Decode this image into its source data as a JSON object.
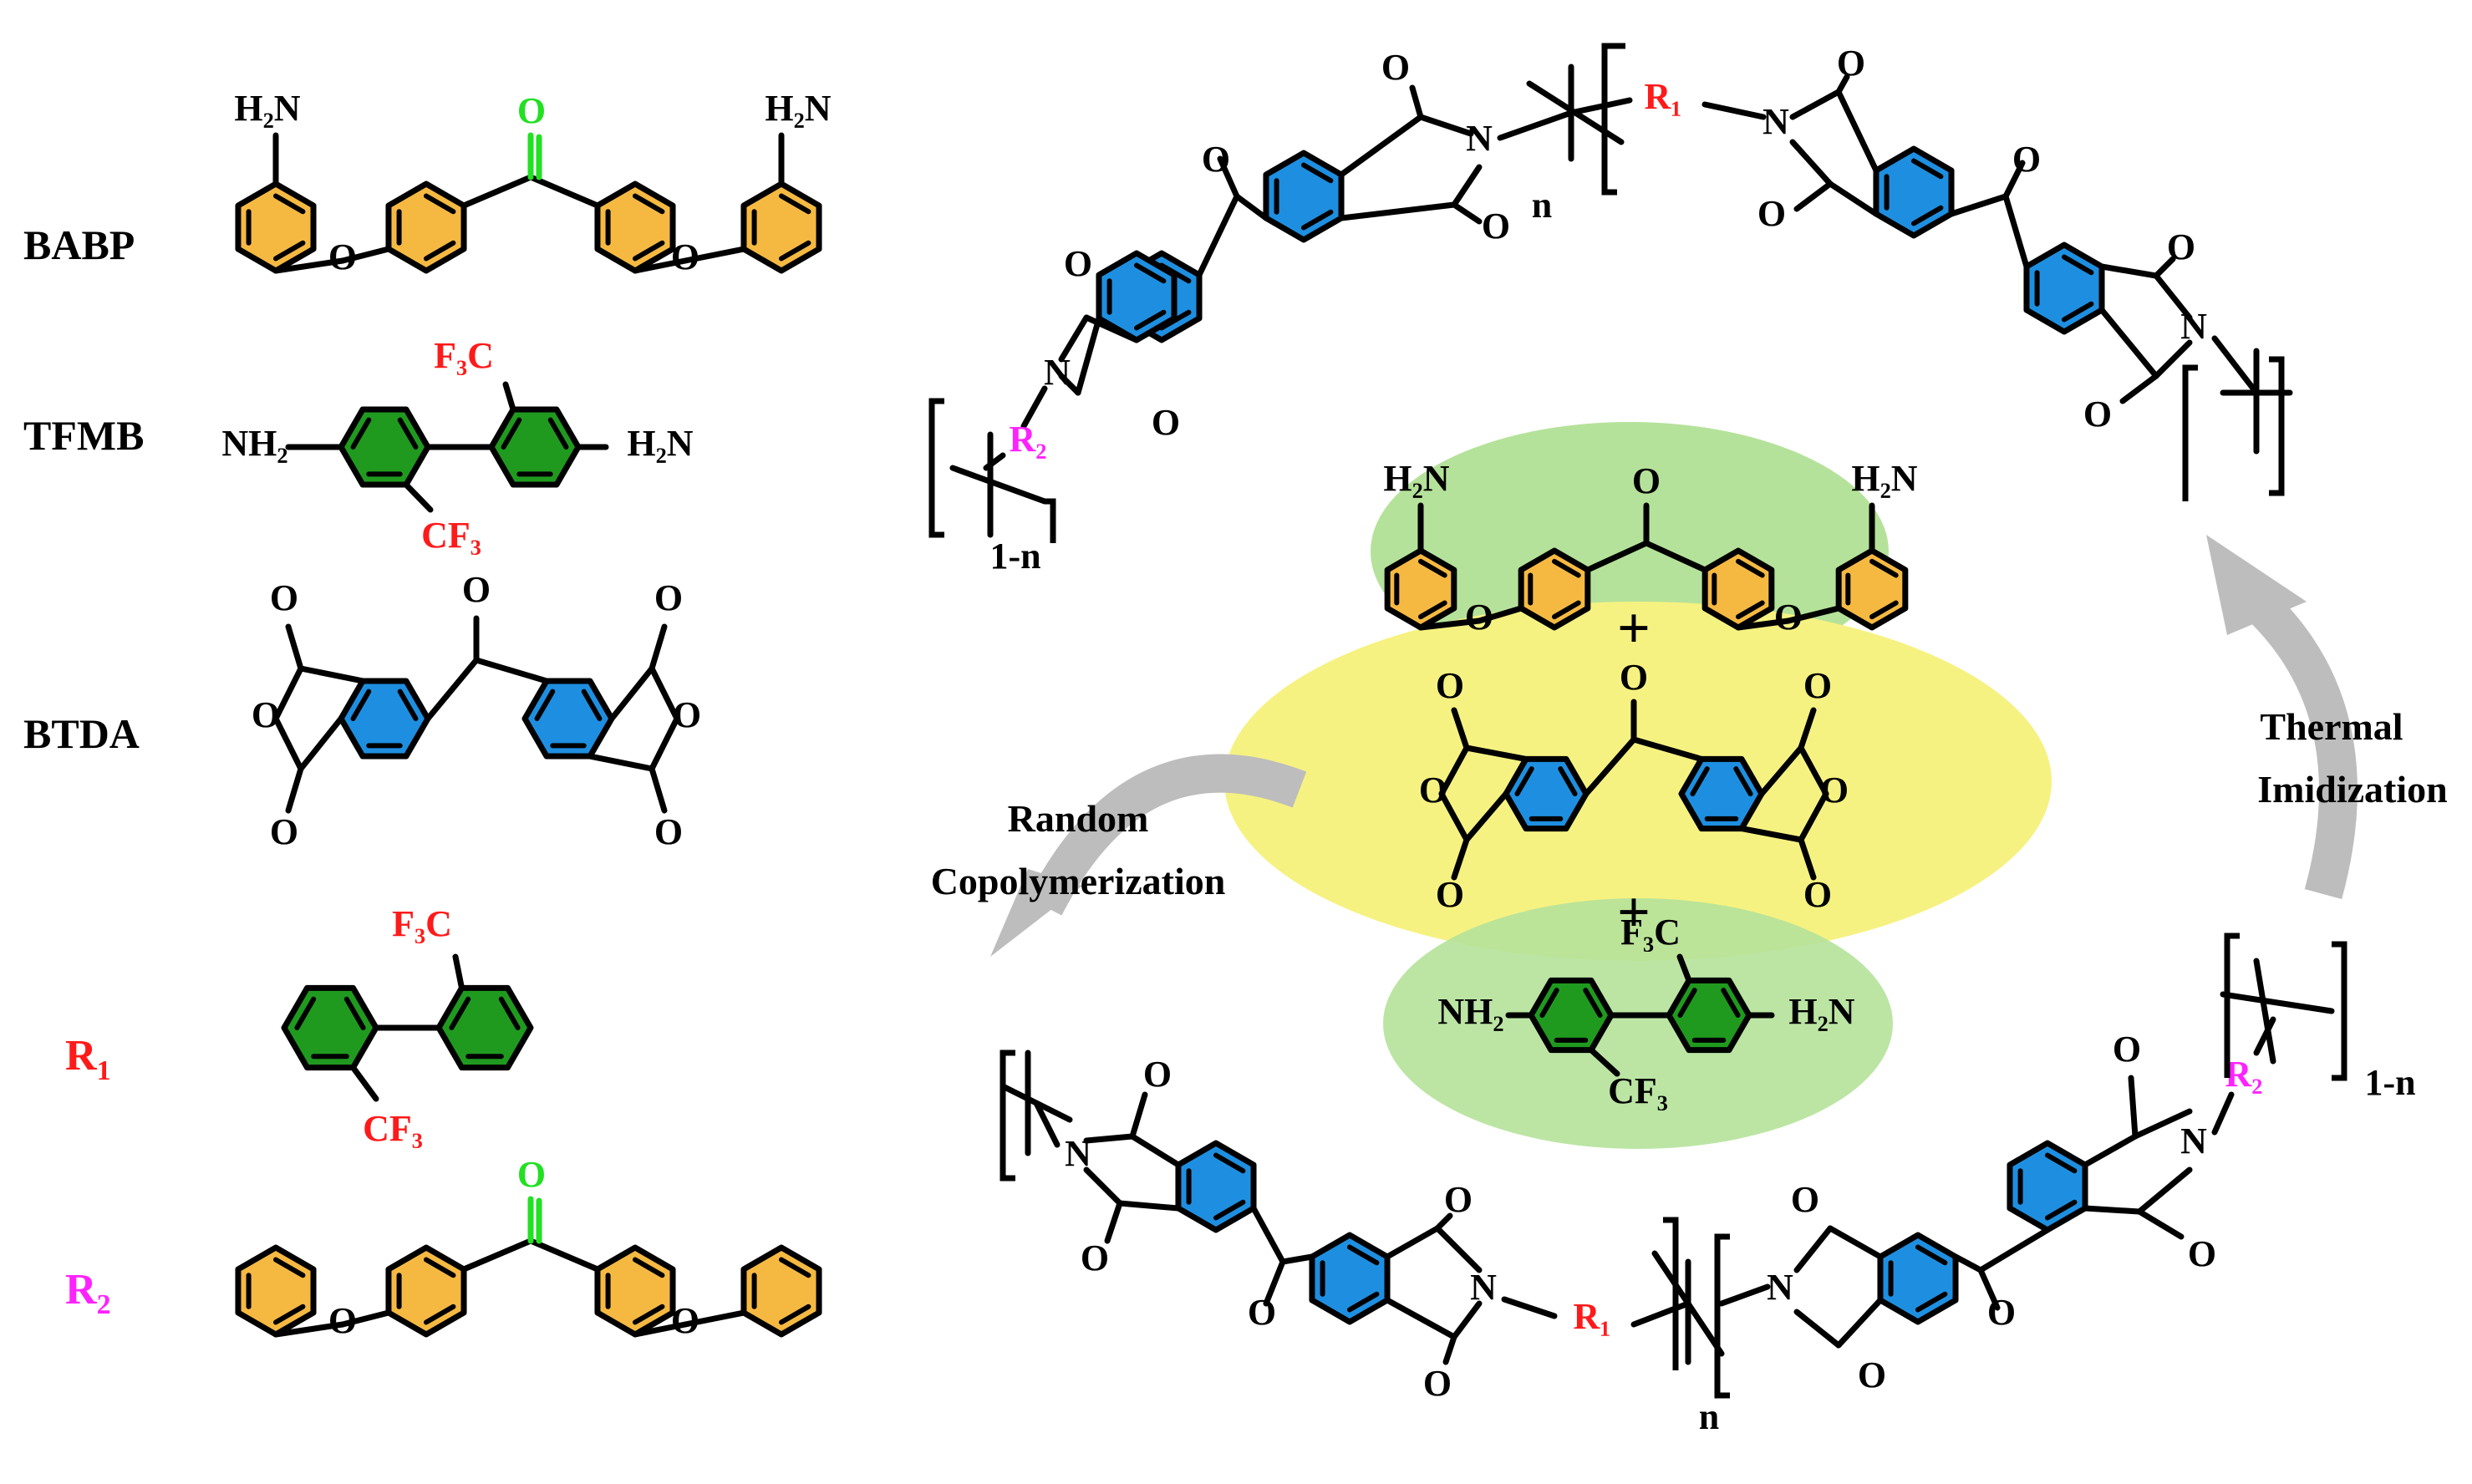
{
  "labels": {
    "babp": "BABP",
    "tfmb": "TFMB",
    "btda": "BTDA",
    "r1": "R",
    "r1_sub": "1",
    "r2": "R",
    "r2_sub": "2"
  },
  "process": {
    "random_line1": "Random",
    "random_line2": "Copolymerization",
    "thermal_line1": "Thermal",
    "thermal_line2": "Imidization",
    "plus": "+"
  },
  "atoms": {
    "o": "O",
    "n": "N",
    "h2n": "H₂N",
    "nh2": "NH₂",
    "f3c": "F₃C",
    "cf3": "CF₃",
    "r1_red": "R₁",
    "r2_pink": "R₂",
    "sub_n": "n",
    "sub_1n": "1-n"
  },
  "colors": {
    "orange_ring": "#F5B942",
    "green_ring": "#1F9A1F",
    "blue_ring": "#1E8FE0",
    "carbonyl_green": "#22E022",
    "red": "#FF1A1A",
    "magenta": "#FF22FF",
    "bg_green": "#B5E29A",
    "bg_yellow": "#F6F281",
    "arrow_gray": "#BDBDBD"
  }
}
